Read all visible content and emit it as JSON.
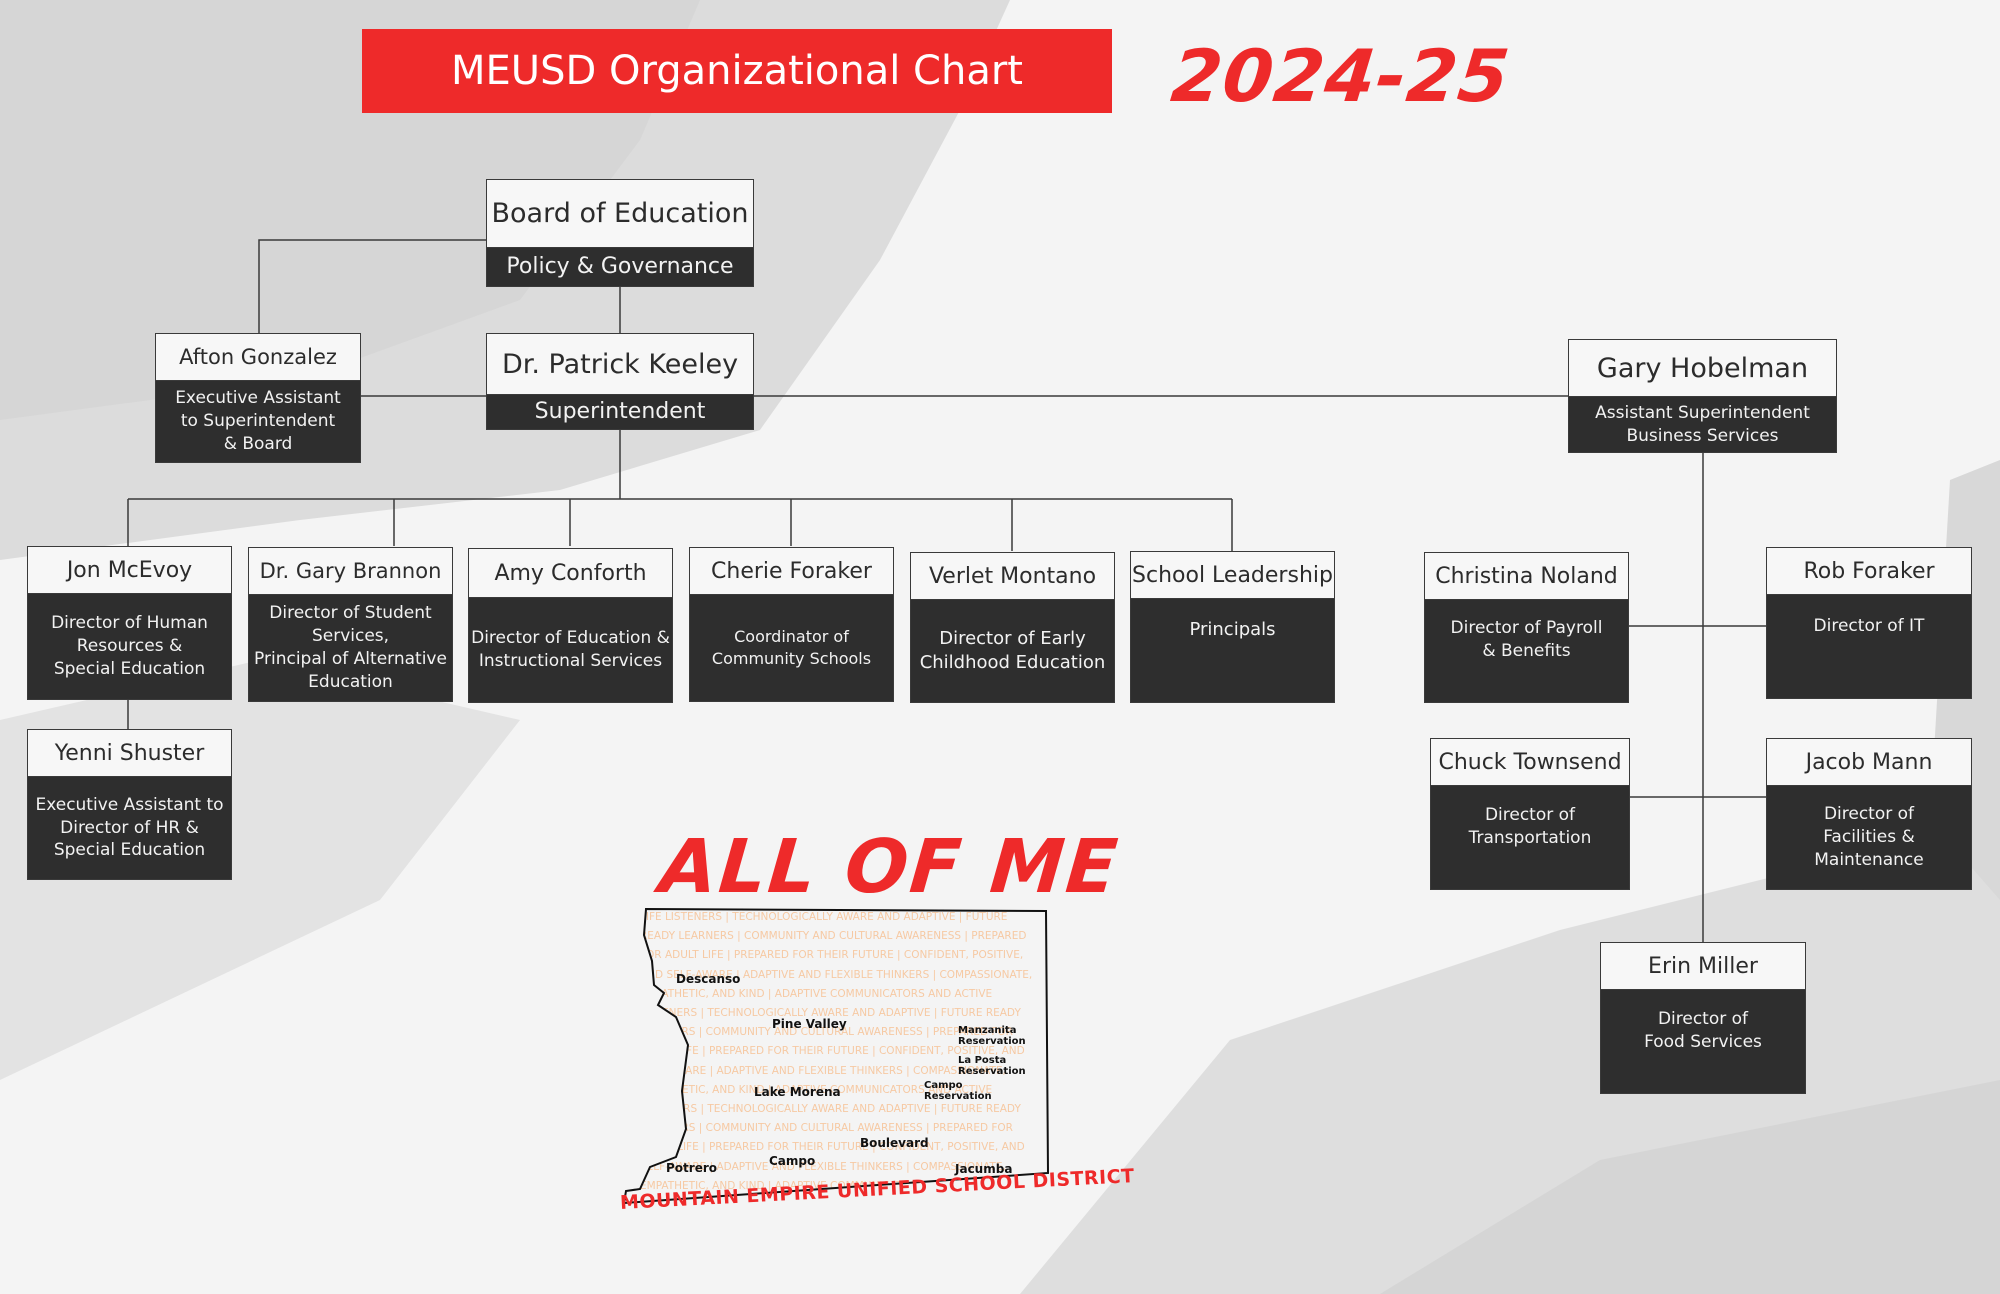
{
  "header": {
    "title": "MEUSD Organizational Chart",
    "year": "2024-25"
  },
  "colors": {
    "accent": "#ee2a2a",
    "box_dark": "#2e2e2e",
    "box_light": "#f7f7f7",
    "line": "#3a3a3a"
  },
  "nodes": {
    "board": {
      "name": "Board of Education",
      "role": "Policy & Governance"
    },
    "keeley": {
      "name": "Dr. Patrick Keeley",
      "role": "Superintendent"
    },
    "gonzalez": {
      "name": "Afton Gonzalez",
      "role": "Executive Assistant\nto Superintendent\n& Board"
    },
    "hobelman": {
      "name": "Gary Hobelman",
      "role": "Assistant Superintendent\nBusiness Services"
    },
    "mcevoy": {
      "name": "Jon McEvoy",
      "role": "Director of Human\nResources &\nSpecial Education"
    },
    "brannon": {
      "name": "Dr. Gary Brannon",
      "role": "Director of Student\nServices,\nPrincipal of Alternative\nEducation"
    },
    "conforth": {
      "name": "Amy Conforth",
      "role": "Director of Education &\nInstructional Services"
    },
    "cforaker": {
      "name": "Cherie Foraker",
      "role": "Coordinator of\nCommunity Schools"
    },
    "montano": {
      "name": "Verlet Montano",
      "role": "Director of Early\nChildhood Education"
    },
    "leadership": {
      "name": "School Leadership",
      "role": "Principals"
    },
    "shuster": {
      "name": "Yenni Shuster",
      "role": "Executive Assistant to\nDirector of HR &\nSpecial Education"
    },
    "noland": {
      "name": "Christina Noland",
      "role": "Director of Payroll\n& Benefits"
    },
    "rforaker": {
      "name": "Rob Foraker",
      "role": "Director of IT"
    },
    "townsend": {
      "name": "Chuck Townsend",
      "role": "Director of\nTransportation"
    },
    "mann": {
      "name": "Jacob Mann",
      "role": "Director of\nFacilities &\nMaintenance"
    },
    "miller": {
      "name": "Erin Miller",
      "role": "Director of\nFood Services"
    }
  },
  "logo": {
    "heading": "ALL OF ME",
    "district": "MOUNTAIN EMPIRE UNIFIED SCHOOL DISTRICT",
    "places": {
      "descanso": "Descanso",
      "pine_valley": "Pine Valley",
      "manzanita": "Manzanita\nReservation",
      "la_posta": "La Posta\nReservation",
      "campo_res": "Campo\nReservation",
      "lake_morena": "Lake Morena",
      "boulevard": "Boulevard",
      "potrero": "Potrero",
      "campo": "Campo",
      "jacumba": "Jacumba"
    },
    "words": "LIFE LISTENERS | TECHNOLOGICALLY AWARE AND ADAPTIVE | FUTURE READY LEARNERS | COMMUNITY AND CULTURAL AWARENESS | PREPARED FOR ADULT LIFE | PREPARED FOR THEIR FUTURE | CONFIDENT, POSITIVE, AND SELF-AWARE | ADAPTIVE AND FLEXIBLE THINKERS | COMPASSIONATE, EMPATHETIC, AND KIND | ADAPTIVE COMMUNICATORS AND ACTIVE LISTENERS | TECHNOLOGICALLY AWARE AND ADAPTIVE | FUTURE READY LEARNERS | COMMUNITY AND CULTURAL AWARENESS | PREPARED FOR ADULT LIFE | PREPARED FOR THEIR FUTURE | CONFIDENT, POSITIVE, AND SELF-AWARE | ADAPTIVE AND FLEXIBLE THINKERS | COMPASSIONATE, EMPATHETIC, AND KIND | ADAPTIVE COMMUNICATORS AND ACTIVE LISTENERS | TECHNOLOGICALLY AWARE AND ADAPTIVE | FUTURE READY LEARNERS | COMMUNITY AND CULTURAL AWARENESS | PREPARED FOR ADULT LIFE | PREPARED FOR THEIR FUTURE | CONFIDENT, POSITIVE, AND SELF-AWARE | ADAPTIVE AND FLEXIBLE THINKERS | COMPASSIONATE, EMPATHETIC, AND KIND | ADAPTIVE COMMUNICATORS AND ACTIVE LISTENERS | TECHNOLOGICALLY AWARE AND ADAPTIVE | FUTURE READY LEARNERS"
  }
}
